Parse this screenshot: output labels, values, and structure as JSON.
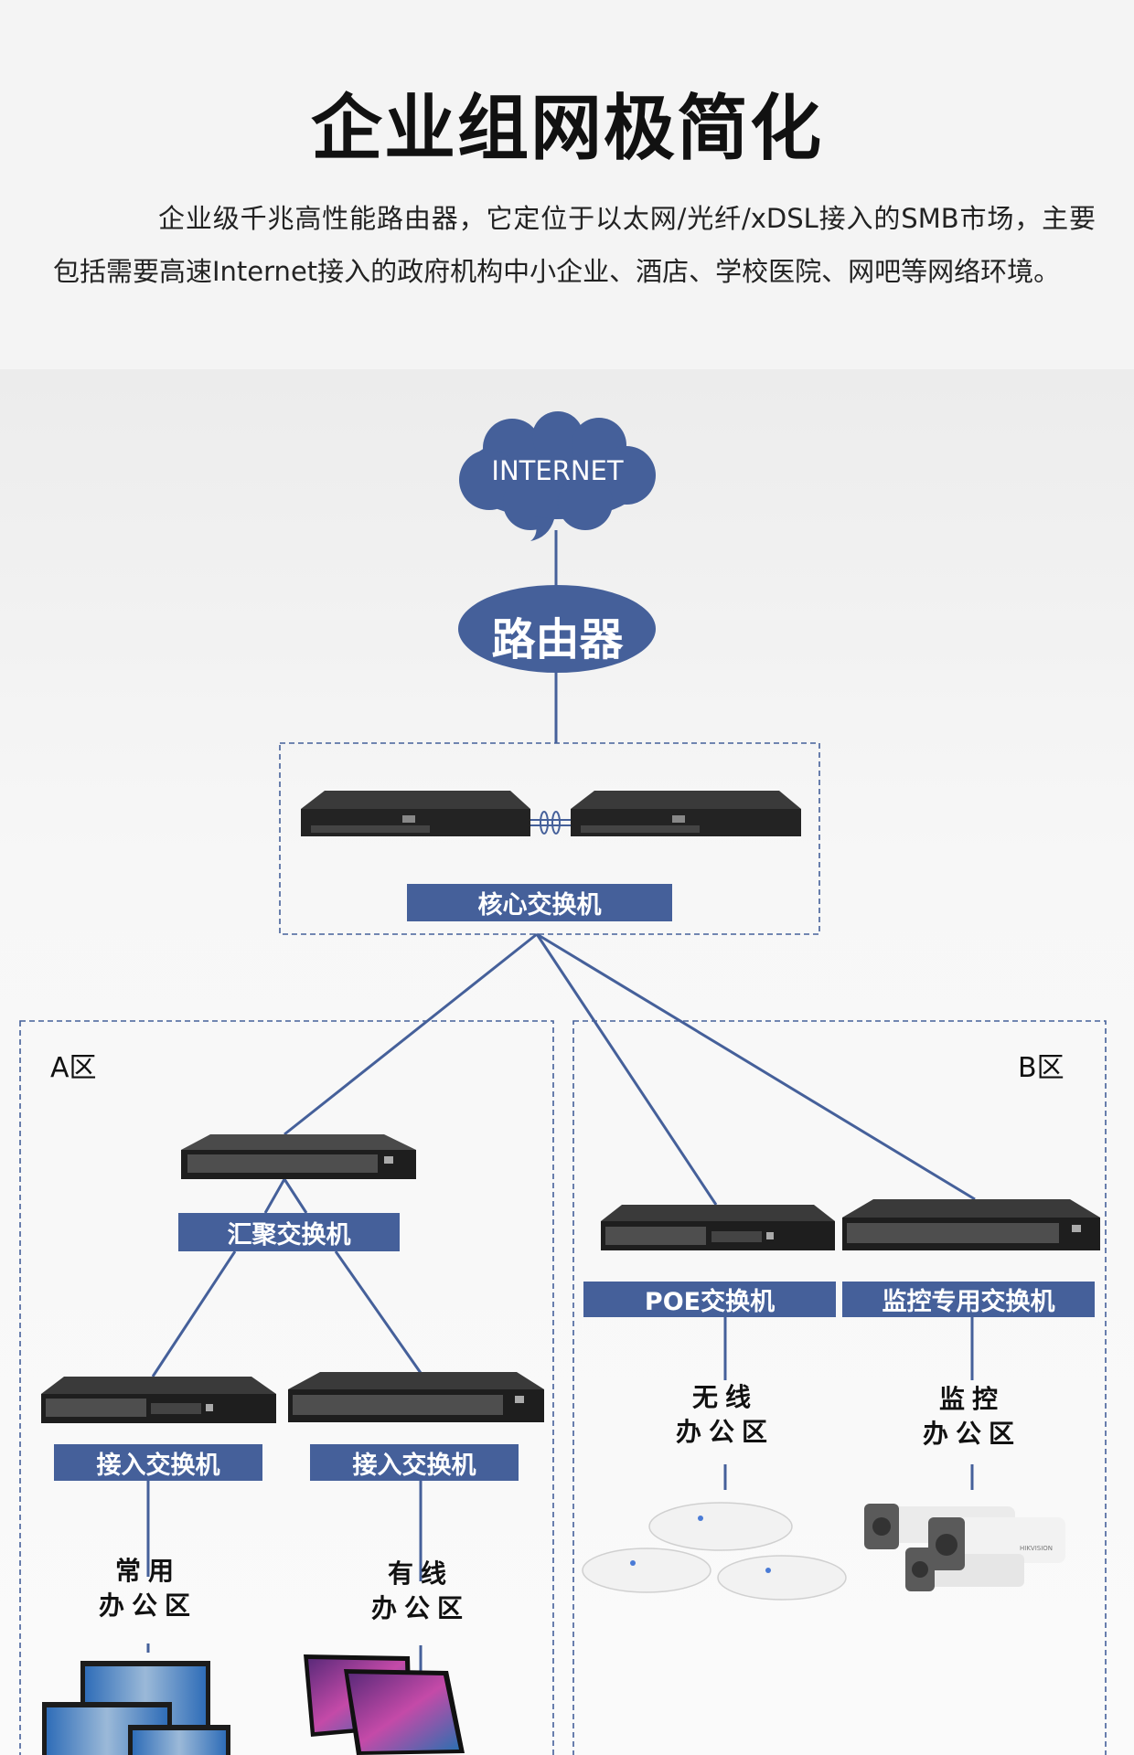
{
  "header": {
    "title": "企业组网极简化",
    "description": "企业级千兆高性能路由器，它定位于以太网/光纤/xDSL接入的SMB市场，主要包括需要高速Internet接入的政府机构中小企业、酒店、学校医院、网吧等网络环境。"
  },
  "colors": {
    "accent": "#45609a",
    "line": "#45609a",
    "background": "#f4f4f4",
    "text": "#111111"
  },
  "diagram": {
    "internet": {
      "label": "INTERNET",
      "icon": "cloud-icon"
    },
    "router": {
      "label": "路由器"
    },
    "core": {
      "label": "核心交换机",
      "icon": "core-switch-icon"
    },
    "zone_a": {
      "label": "A区",
      "aggregation": {
        "label": "汇聚交换机"
      },
      "access": [
        {
          "label": "接入交换机",
          "area_line1": "常用",
          "area_line2": "办公区",
          "device": "desktop-monitors-icon"
        },
        {
          "label": "接入交换机",
          "area_line1": "有线",
          "area_line2": "办公区",
          "device": "all-in-one-pc-icon"
        }
      ]
    },
    "zone_b": {
      "label": "B区",
      "switches": [
        {
          "label": "POE交换机",
          "area_line1": "无线",
          "area_line2": "办公区",
          "device": "wireless-ap-icon"
        },
        {
          "label": "监控专用交换机",
          "area_line1": "监控",
          "area_line2": "办公区",
          "device": "security-camera-icon"
        }
      ],
      "camera_brand": "HIKVISION"
    }
  }
}
